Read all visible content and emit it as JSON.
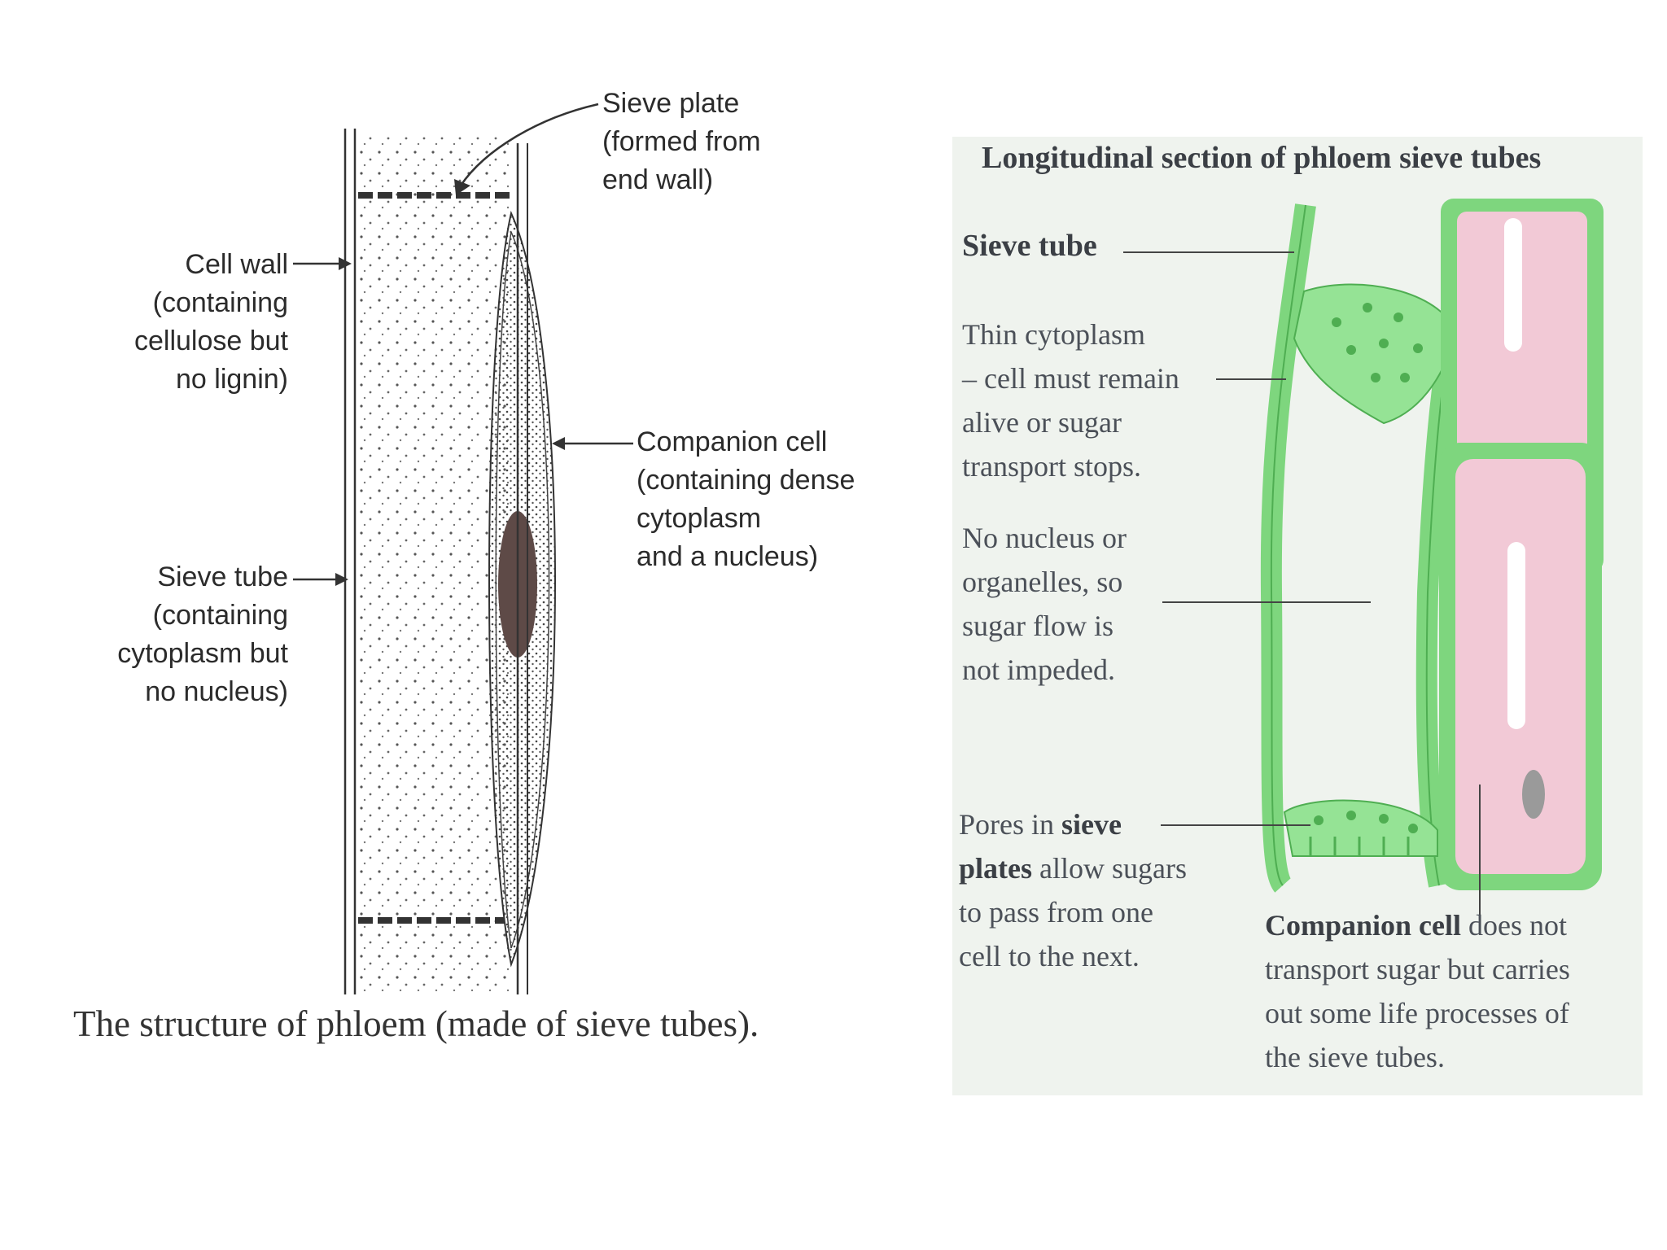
{
  "left_diagram": {
    "labels": {
      "sieve_plate": [
        "Sieve plate",
        "(formed from",
        "end wall)"
      ],
      "cell_wall": [
        "Cell wall",
        "(containing",
        "cellulose but",
        "no lignin)"
      ],
      "companion_cell": [
        "Companion cell",
        "(containing dense",
        "cytoplasm",
        "and a nucleus)"
      ],
      "sieve_tube": [
        "Sieve tube",
        "(containing",
        "cytoplasm but",
        "no nucleus)"
      ]
    },
    "caption": "The structure of phloem (made of sieve tubes)."
  },
  "right_diagram": {
    "title": "Longitudinal section of phloem sieve tubes",
    "sieve_tube_label": "Sieve tube",
    "thin_cytoplasm": [
      "Thin cytoplasm",
      "– cell must remain",
      "alive or sugar",
      "transport stops."
    ],
    "no_nucleus": [
      "No nucleus or",
      "organelles, so",
      "sugar flow is",
      "not impeded."
    ],
    "pores": {
      "lead": "Pores in ",
      "bold1": "sieve",
      "bold2": "plates",
      "rest1": " allow sugars",
      "line3": "to pass from one",
      "line4": "cell to the next."
    },
    "companion": {
      "bold": "Companion cell",
      "rest1": " does not",
      "line2": "transport sugar but carries",
      "line3": "out some life processes of",
      "line4": "the sieve tubes."
    },
    "colors": {
      "wall_green": "#7ed67e",
      "wall_green_dark": "#4fae52",
      "pink": "#f2c9d6",
      "panel": "#eff3ee"
    }
  }
}
